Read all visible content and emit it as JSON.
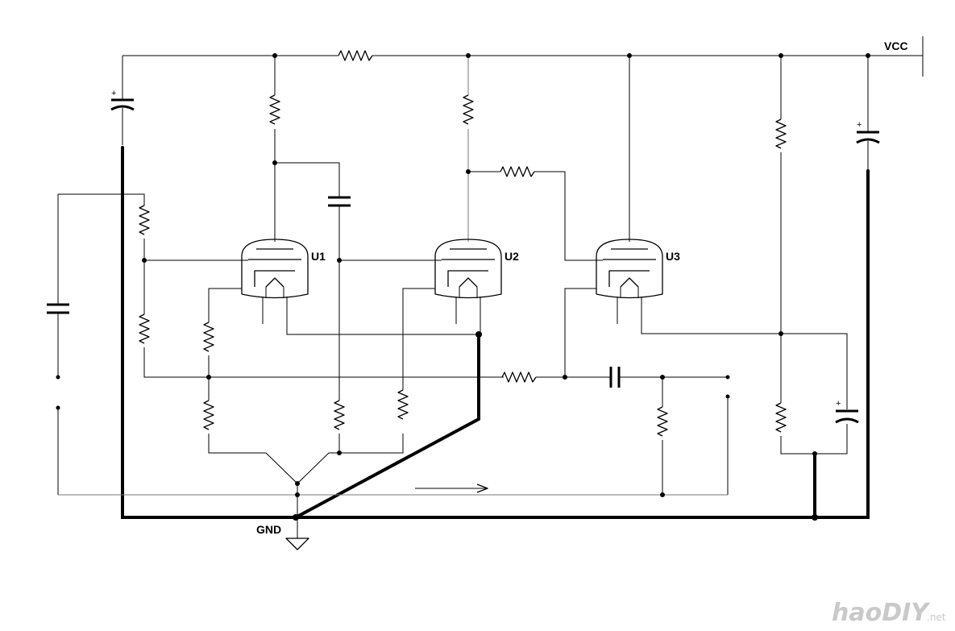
{
  "labels": {
    "vcc": "VCC",
    "gnd": "GND",
    "tube1": "U1",
    "tube2": "U2",
    "tube3": "U3"
  },
  "watermark": {
    "brand": "haoDIY",
    "suffix": ".net"
  },
  "colors": {
    "wire": "#000000",
    "ground_bus": "#000000",
    "background": "#ffffff",
    "watermark": "#c9c9c9"
  }
}
